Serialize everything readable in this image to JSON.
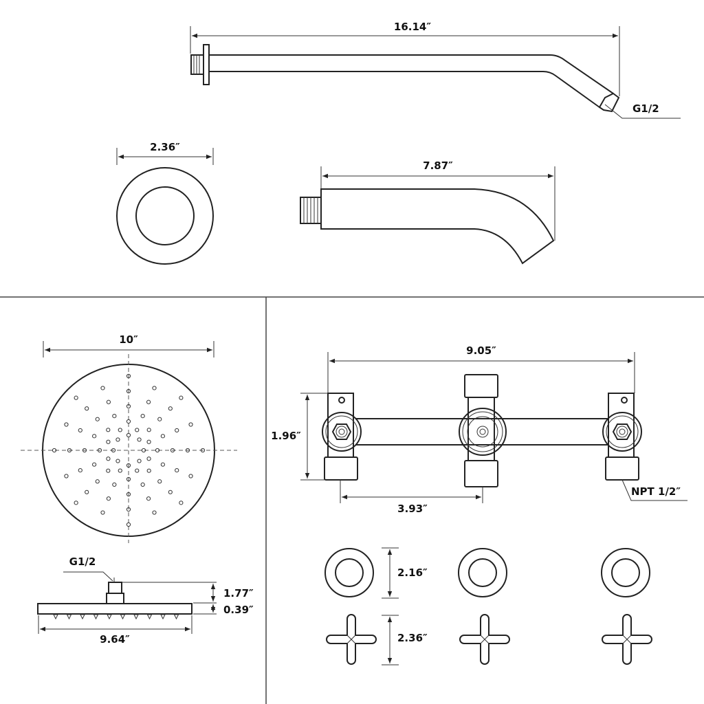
{
  "shower_arm": {
    "length_label": "16.14″",
    "thread_label": "G1/2"
  },
  "flange": {
    "diameter_label": "2.36″"
  },
  "tub_spout": {
    "length_label": "7.87″"
  },
  "shower_head_top": {
    "diameter_label": "10″"
  },
  "shower_head_side": {
    "thread_label": "G1/2",
    "height_label": "1.77″",
    "thickness_label": "0.39″",
    "width_label": "9.64″"
  },
  "valve": {
    "width_label": "9.05″",
    "height_label": "1.96″",
    "spacing_label": "3.93″",
    "thread_label": "NPT 1/2″"
  },
  "escutcheon": {
    "diameter_label": "2.16″"
  },
  "handle": {
    "width_label": "2.36″"
  }
}
